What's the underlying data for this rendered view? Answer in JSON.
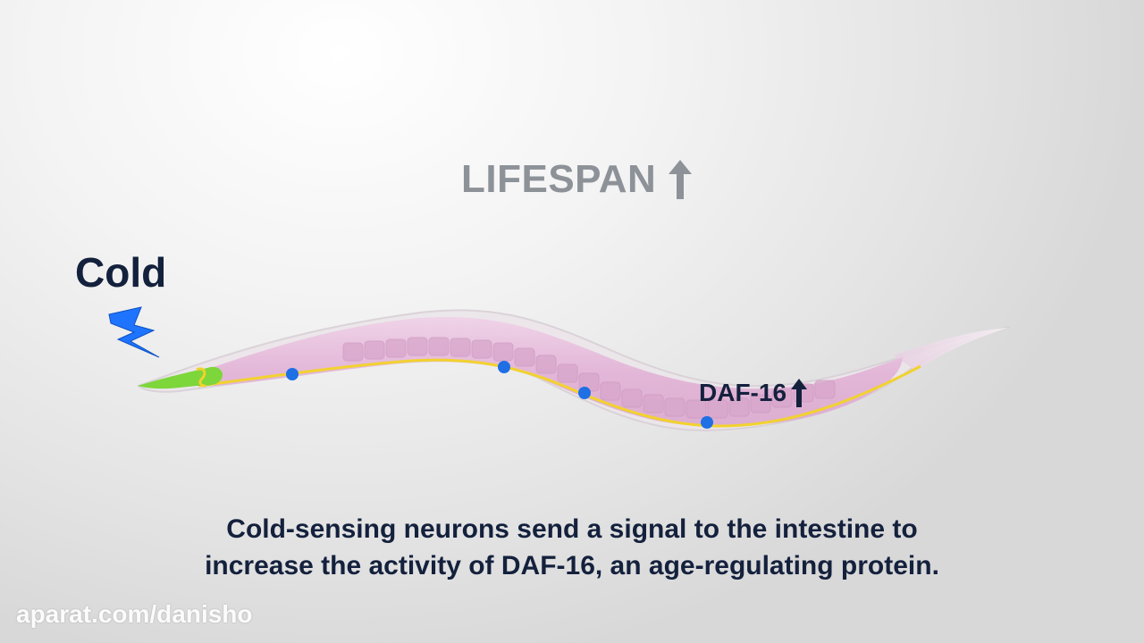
{
  "header": {
    "lifespan_label": "LIFESPAN"
  },
  "stimulus": {
    "label": "Cold"
  },
  "worm": {
    "protein_label": "DAF-16"
  },
  "caption": {
    "line1": "Cold-sensing neurons send a signal to the intestine to",
    "line2": "increase the activity of DAF-16, an age-regulating protein."
  },
  "watermark": {
    "text": "aparat.com/danisho"
  },
  "colors": {
    "title_gray": "#8d9298",
    "label_navy": "#14213d",
    "worm_pink": "#e6bddb",
    "nerve_yellow": "#f2d22e",
    "neuron_blue": "#1f6fe5",
    "sensor_green": "#7dd63a",
    "bolt_blue": "#1e74ff"
  },
  "icons": {
    "lifespan_indicator": "up-arrow-icon",
    "protein_indicator": "up-arrow-icon",
    "stimulus_icon": "lightning-bolt-icon"
  }
}
